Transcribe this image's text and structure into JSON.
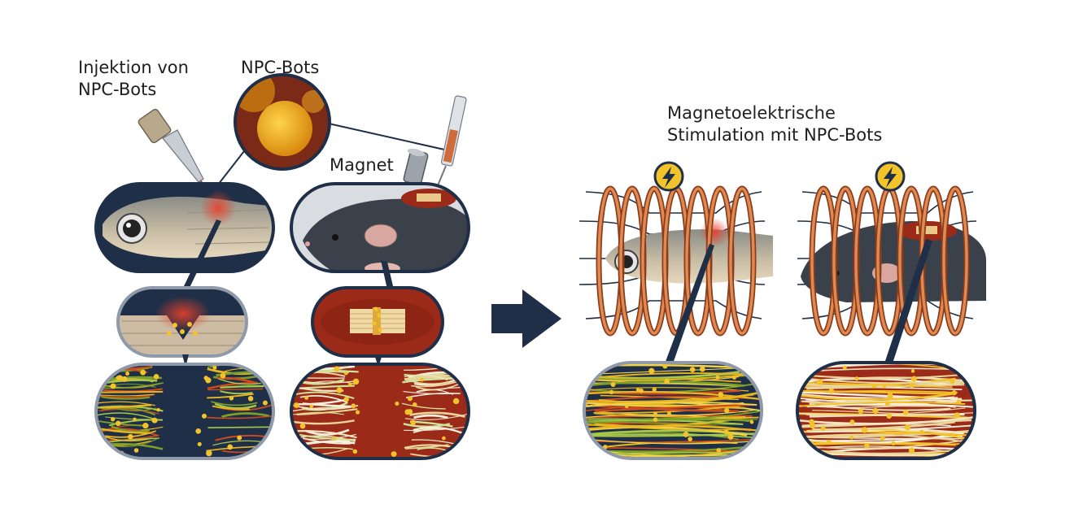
{
  "labels": {
    "injection_line1": "Injektion von",
    "injection_line2": "NPC-Bots",
    "npc_bots": "NPC-Bots",
    "magnet": "Magnet",
    "stimulation_line1": "Magnetoelektrische",
    "stimulation_line2": "Stimulation mit NPC-Bots"
  },
  "colors": {
    "navy": "#1f2f47",
    "fish_tissue": "#c3cbd5",
    "mouse_fur": "#3b414b",
    "wound_red": "#9c2a18",
    "copper": "#c8693a",
    "bot_yellow": "#e9b520",
    "nerve_green": "#7aa02a",
    "lightning_yellow": "#f2c32a"
  },
  "icons": [
    "syringe-icon",
    "magnet-icon",
    "lightning-icon",
    "arrow-right-icon",
    "coil-icon"
  ]
}
